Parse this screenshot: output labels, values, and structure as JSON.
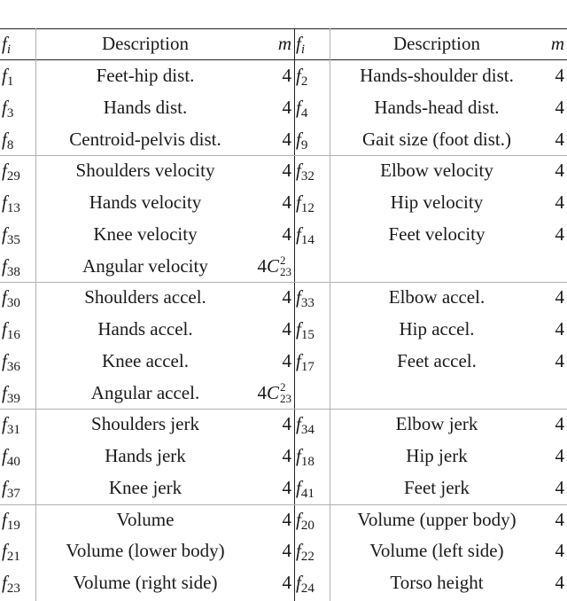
{
  "header": {
    "fi_symbol": "f",
    "fi_sub": "i",
    "description": "Description",
    "m": "m"
  },
  "groups": [
    {
      "rows": [
        {
          "left": {
            "sub": "1",
            "desc": "Feet-hip dist.",
            "m": "4"
          },
          "right": {
            "sub": "2",
            "desc": "Hands-shoulder dist.",
            "m": "4"
          }
        },
        {
          "left": {
            "sub": "3",
            "desc": "Hands dist.",
            "m": "4"
          },
          "right": {
            "sub": "4",
            "desc": "Hands-head dist.",
            "m": "4"
          }
        },
        {
          "left": {
            "sub": "8",
            "desc": "Centroid-pelvis dist.",
            "m": "4"
          },
          "right": {
            "sub": "9",
            "desc": "Gait size (foot dist.)",
            "m": "4"
          }
        }
      ]
    },
    {
      "rows": [
        {
          "left": {
            "sub": "29",
            "desc": "Shoulders velocity",
            "m": "4"
          },
          "right": {
            "sub": "32",
            "desc": "Elbow velocity",
            "m": "4"
          }
        },
        {
          "left": {
            "sub": "13",
            "desc": "Hands velocity",
            "m": "4"
          },
          "right": {
            "sub": "12",
            "desc": "Hip velocity",
            "m": "4"
          }
        },
        {
          "left": {
            "sub": "35",
            "desc": "Knee velocity",
            "m": "4"
          },
          "right": {
            "sub": "14",
            "desc": "Feet velocity",
            "m": "4"
          }
        },
        {
          "left": {
            "sub": "38",
            "desc": "Angular velocity",
            "m": "4C",
            "m_sup": "2",
            "m_sub": "23"
          },
          "right": null
        }
      ]
    },
    {
      "rows": [
        {
          "left": {
            "sub": "30",
            "desc": "Shoulders accel.",
            "m": "4"
          },
          "right": {
            "sub": "33",
            "desc": "Elbow accel.",
            "m": "4"
          }
        },
        {
          "left": {
            "sub": "16",
            "desc": "Hands accel.",
            "m": "4"
          },
          "right": {
            "sub": "15",
            "desc": "Hip accel.",
            "m": "4"
          }
        },
        {
          "left": {
            "sub": "36",
            "desc": "Knee accel.",
            "m": "4"
          },
          "right": {
            "sub": "17",
            "desc": "Feet accel.",
            "m": "4"
          }
        },
        {
          "left": {
            "sub": "39",
            "desc": "Angular accel.",
            "m": "4C",
            "m_sup": "2",
            "m_sub": "23"
          },
          "right": null
        }
      ]
    },
    {
      "rows": [
        {
          "left": {
            "sub": "31",
            "desc": "Shoulders jerk",
            "m": "4"
          },
          "right": {
            "sub": "34",
            "desc": "Elbow jerk",
            "m": "4"
          }
        },
        {
          "left": {
            "sub": "40",
            "desc": "Hands jerk",
            "m": "4"
          },
          "right": {
            "sub": "18",
            "desc": "Hip jerk",
            "m": "4"
          }
        },
        {
          "left": {
            "sub": "37",
            "desc": "Knee jerk",
            "m": "4"
          },
          "right": {
            "sub": "41",
            "desc": "Feet jerk",
            "m": "4"
          }
        }
      ]
    },
    {
      "rows": [
        {
          "left": {
            "sub": "19",
            "desc": "Volume",
            "m": "4"
          },
          "right": {
            "sub": "20",
            "desc": "Volume (upper body)",
            "m": "4"
          }
        },
        {
          "left": {
            "sub": "21",
            "desc": "Volume (lower body)",
            "m": "4"
          },
          "right": {
            "sub": "22",
            "desc": "Volume (left side)",
            "m": "4"
          }
        },
        {
          "left": {
            "sub": "23",
            "desc": "Volume (right side)",
            "m": "4"
          },
          "right": {
            "sub": "24",
            "desc": "Torso height",
            "m": "4"
          }
        }
      ]
    }
  ]
}
